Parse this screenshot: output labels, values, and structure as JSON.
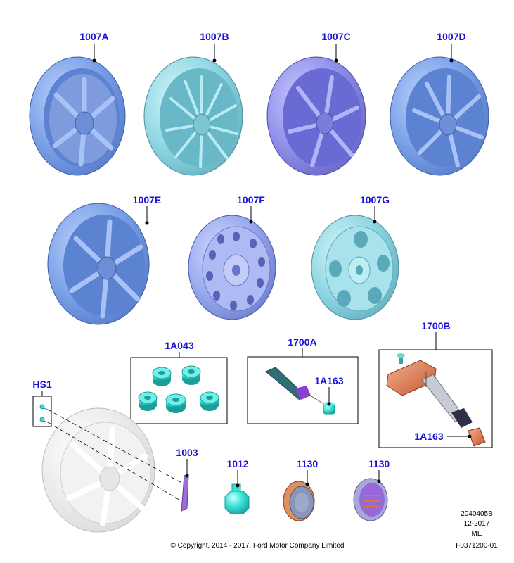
{
  "callouts": {
    "wheel_a": "1007A",
    "wheel_b": "1007B",
    "wheel_c": "1007C",
    "wheel_d": "1007D",
    "wheel_e": "1007E",
    "wheel_f": "1007F",
    "wheel_g": "1007G",
    "lug_nuts": "1A043",
    "valve_kit": "1700A",
    "valve_cap_a": "1A163",
    "tpms_sensor": "1700B",
    "valve_cap_b": "1A163",
    "screws": "HS1",
    "balance_weight": "1003",
    "wheel_nut": "1012",
    "center_cap_a": "1130",
    "center_cap_b": "1130"
  },
  "footer": {
    "doc_number": "2040405B",
    "date": "12-2017",
    "region": "ME",
    "copyright": "© Copyright, 2014 - 2017, Ford Motor Company Limited",
    "figure_id": "F0371200-01"
  },
  "colors": {
    "callout": "#1a12d6",
    "wheel_blue": "#7aa0e6",
    "wheel_teal": "#8fd6e2",
    "wheel_violet": "#8f8fea",
    "steel": "#98a8ee",
    "part_cyan": "#37e0d6",
    "sensor_orange": "#d9744a",
    "valve_purple": "#8a3fd6",
    "ghost": "#ececec"
  }
}
